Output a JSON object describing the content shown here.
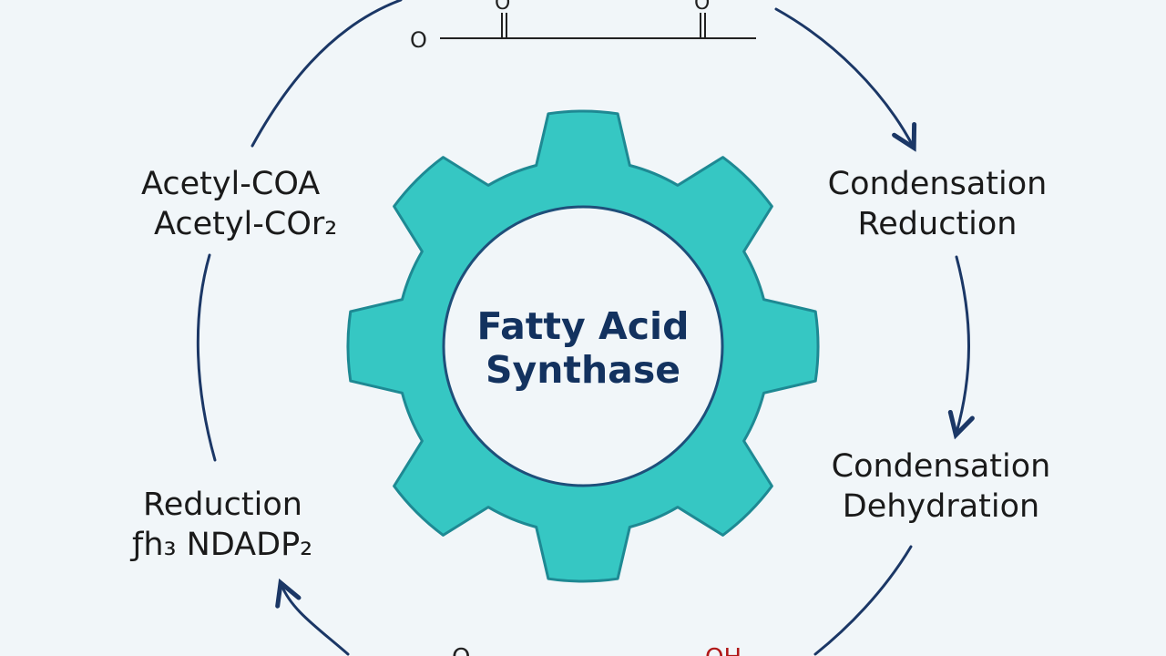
{
  "center_title": {
    "line1": "Fatty Acid",
    "line2": "Synthase"
  },
  "steps": {
    "top_left": {
      "line1": "Acetyl-COA",
      "line2": "Acetyl-COr₂"
    },
    "top_right": {
      "line1": "Condensation",
      "line2": "Reduction"
    },
    "bottom_right": {
      "line1": "Condensation",
      "line2": "Dehydration"
    },
    "bottom_left": {
      "line1": "Reduction",
      "line2": "ƒh₃ NDADP₂"
    }
  },
  "chem_fragments": {
    "top_left_O": "O",
    "top_carbonyl_1": "O",
    "top_carbonyl_2": "O",
    "bottom_O": "O",
    "bottom_OH": "OH"
  },
  "colors": {
    "background": "#f1f6f9",
    "gear_fill": "#36c7c3",
    "gear_stroke": "#1e8993",
    "title_text": "#13325f",
    "arrows": "#1b3766",
    "oh_red": "#b01818"
  }
}
